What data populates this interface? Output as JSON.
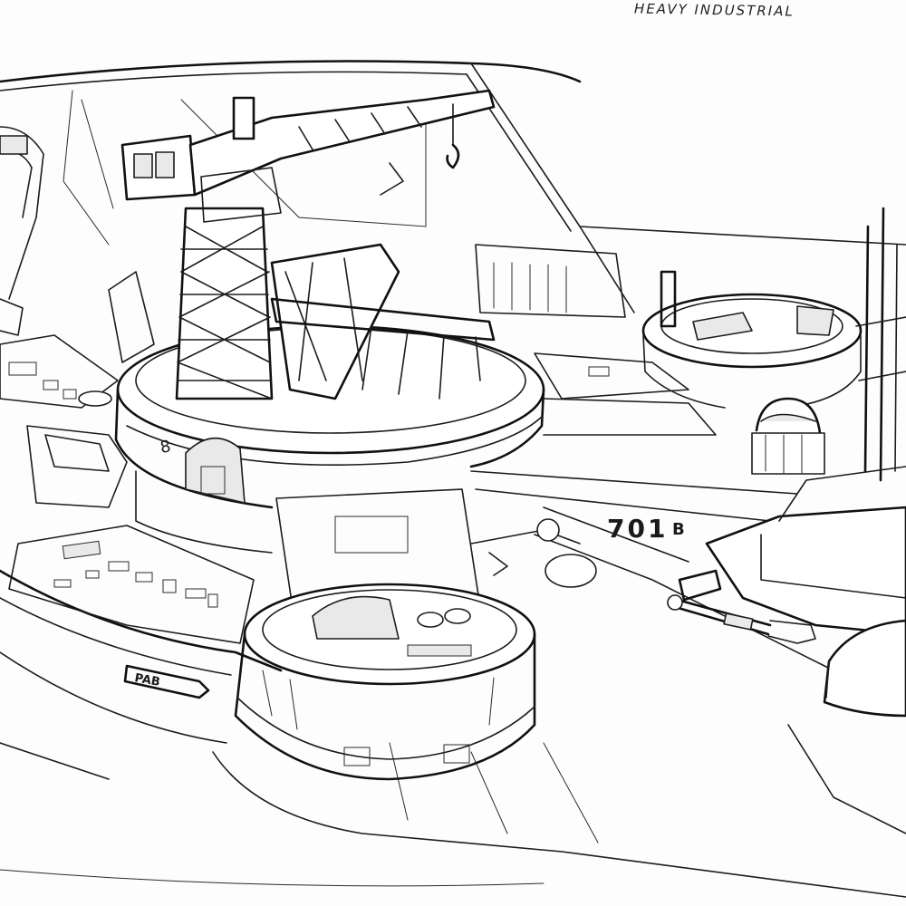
{
  "caption": "HEAVY INDUSTRIAL",
  "markings": {
    "bay_number": "701",
    "bay_suffix": "B",
    "direction_sign": "PAB"
  },
  "style": {
    "medium": "pencil-sketch",
    "ink_color": "#1c1c1c",
    "paper_color": "#fdfdfd"
  }
}
